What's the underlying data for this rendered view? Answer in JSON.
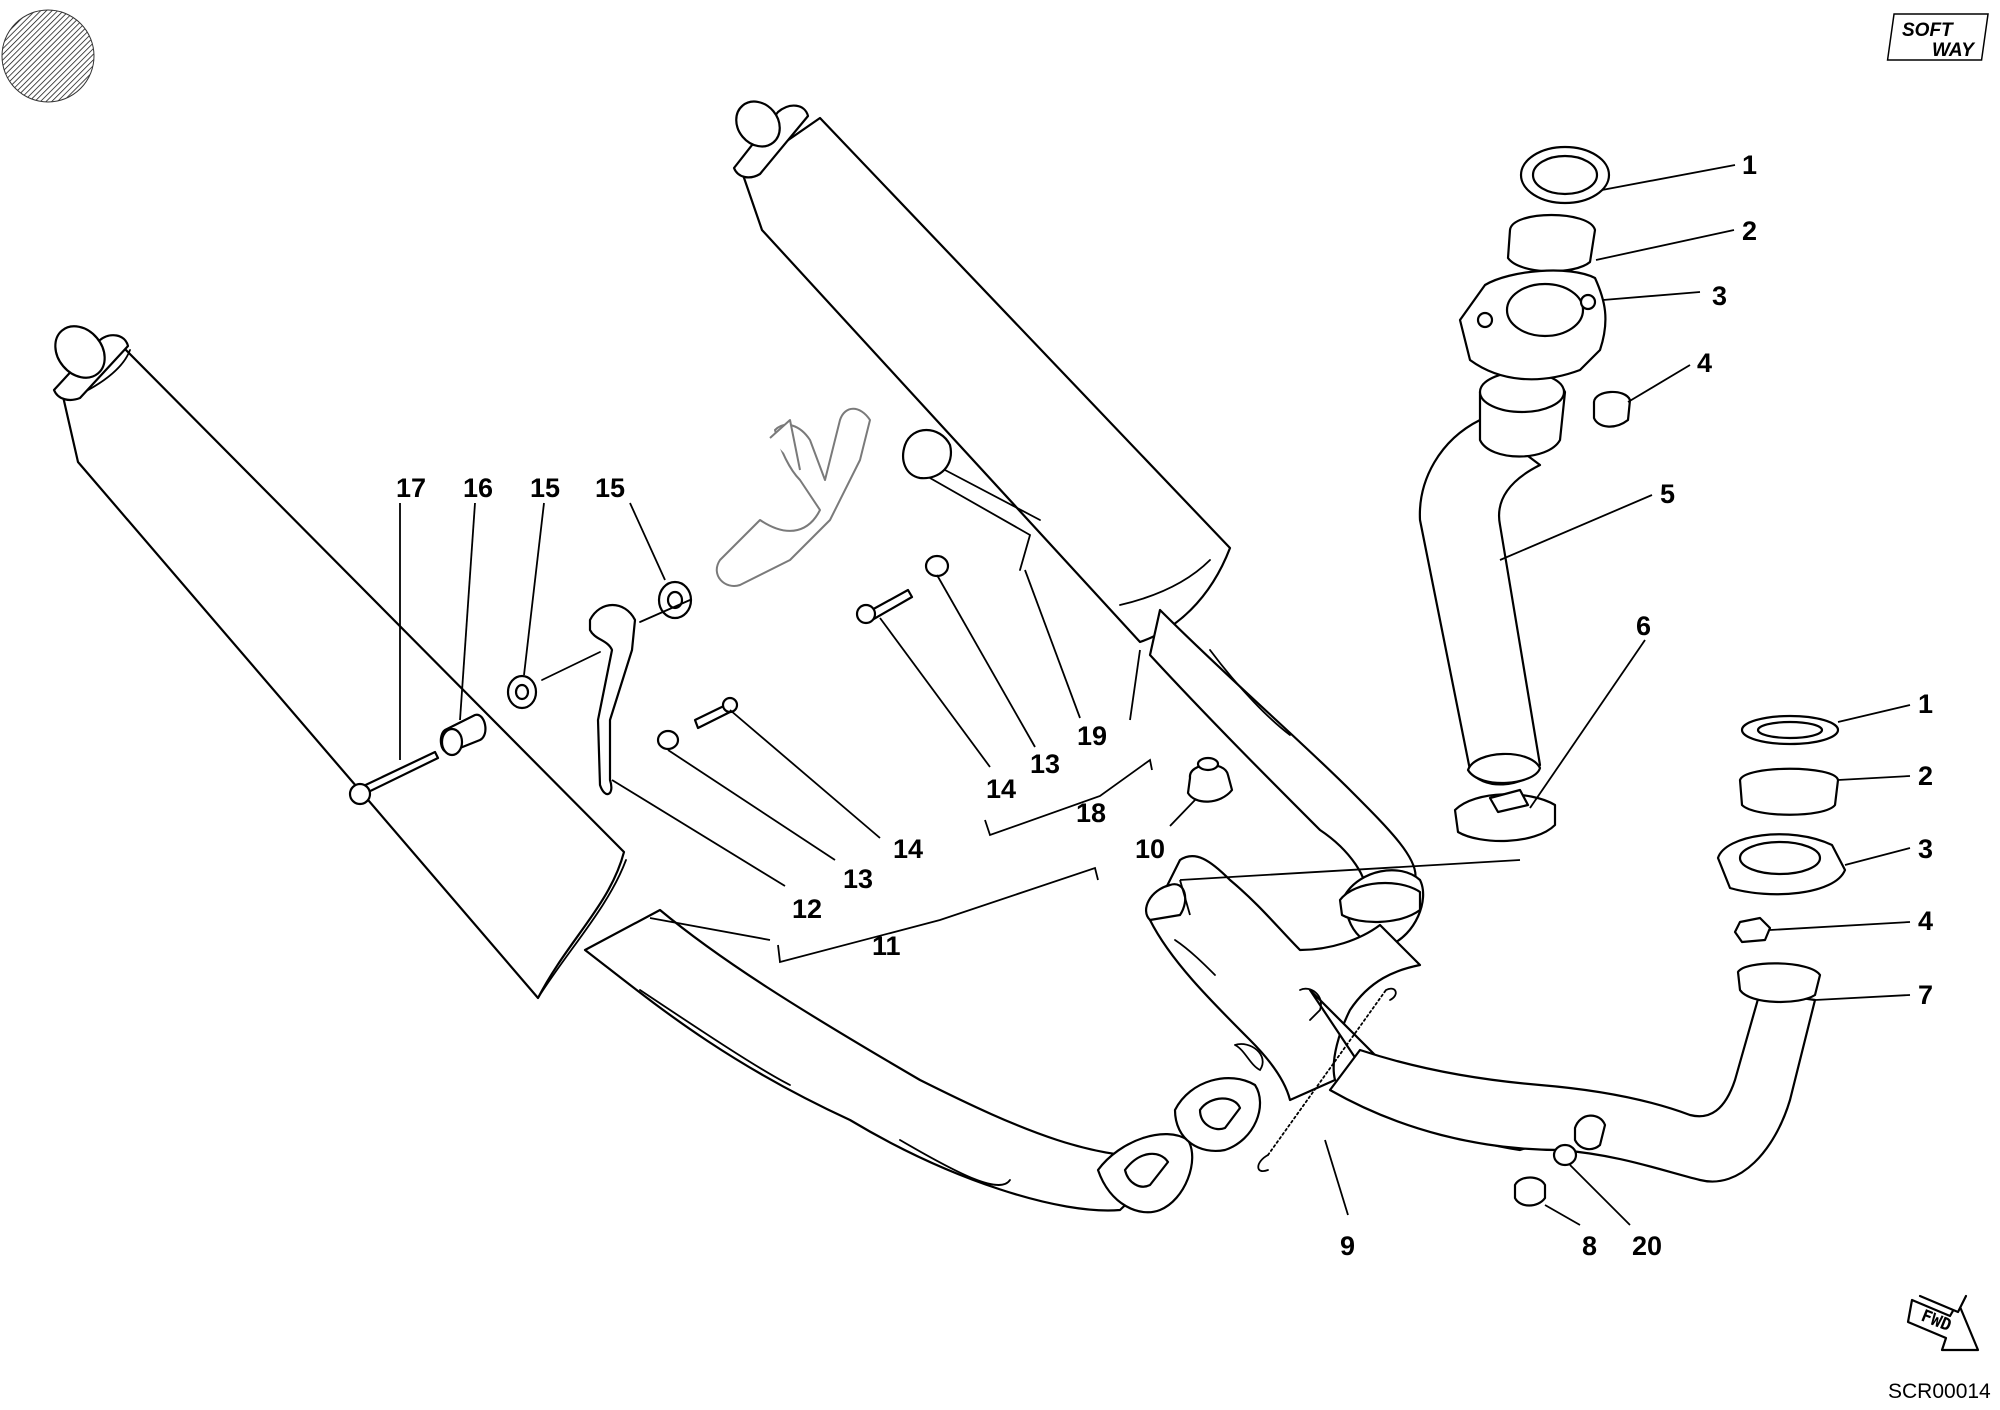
{
  "callouts": [
    {
      "id": "c1a",
      "text": "1"
    },
    {
      "id": "c2a",
      "text": "2"
    },
    {
      "id": "c3a",
      "text": "3"
    },
    {
      "id": "c4a",
      "text": "4"
    },
    {
      "id": "c5",
      "text": "5"
    },
    {
      "id": "c6",
      "text": "6"
    },
    {
      "id": "c1b",
      "text": "1"
    },
    {
      "id": "c2b",
      "text": "2"
    },
    {
      "id": "c3b",
      "text": "3"
    },
    {
      "id": "c4b",
      "text": "4"
    },
    {
      "id": "c7",
      "text": "7"
    },
    {
      "id": "c17",
      "text": "17"
    },
    {
      "id": "c16",
      "text": "16"
    },
    {
      "id": "c15a",
      "text": "15"
    },
    {
      "id": "c15b",
      "text": "15"
    },
    {
      "id": "c14a",
      "text": "14"
    },
    {
      "id": "c13a",
      "text": "13"
    },
    {
      "id": "c12",
      "text": "12"
    },
    {
      "id": "c11",
      "text": "11"
    },
    {
      "id": "c14b",
      "text": "14"
    },
    {
      "id": "c13b",
      "text": "13"
    },
    {
      "id": "c19",
      "text": "19"
    },
    {
      "id": "c18",
      "text": "18"
    },
    {
      "id": "c10",
      "text": "10"
    },
    {
      "id": "c9",
      "text": "9"
    },
    {
      "id": "c8",
      "text": "8"
    },
    {
      "id": "c20",
      "text": "20"
    }
  ],
  "logo": {
    "line1": "SOFT",
    "line2": "WAY"
  },
  "fwd_label": "FWD",
  "drawing_code": "SCR00014"
}
